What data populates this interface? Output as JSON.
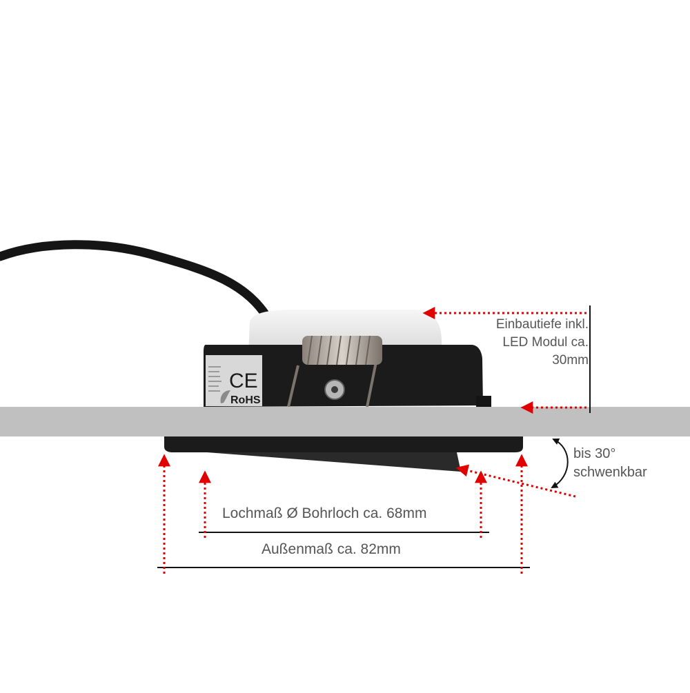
{
  "annotations": {
    "installation_depth": [
      "Einbautiefe inkl.",
      "LED Modul ca.",
      "30mm"
    ],
    "tilt": [
      "bis 30°",
      "schwenkbar"
    ],
    "hole_size": "Lochmaß Ø Bohrloch ca. 68mm",
    "outer_size": "Außenmaß ca. 82mm"
  },
  "label_plate": {
    "ce_mark": "CE",
    "rohs_mark": "RoHS"
  },
  "colors": {
    "arrow": "#e00000",
    "ceiling_panel": "#c0c0c0",
    "housing": "#1b1b1b",
    "cable": "#151515",
    "dimension_line": "#111111",
    "text": "#555555"
  }
}
